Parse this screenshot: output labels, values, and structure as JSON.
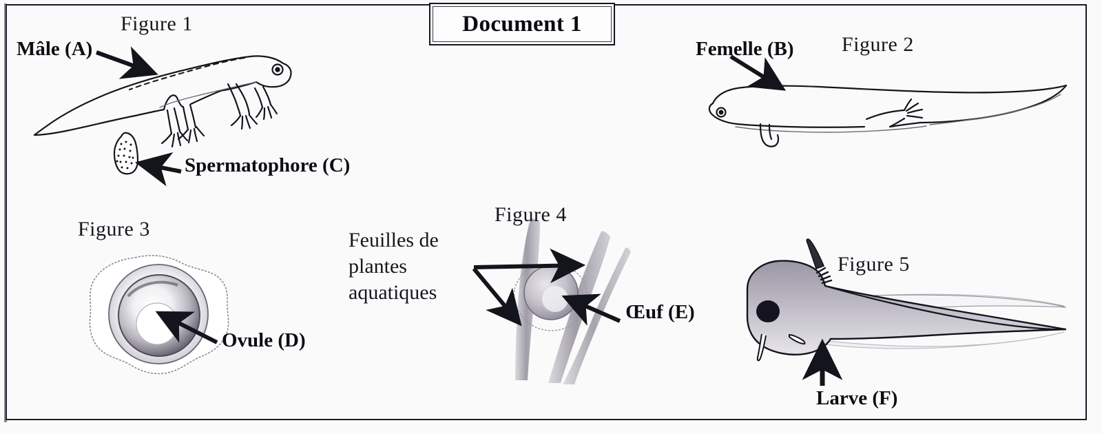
{
  "document": {
    "title": "Document 1",
    "background_color": "#fbfafa",
    "ink_color": "#14141c",
    "frame": true
  },
  "figures": [
    {
      "id": "figure-1",
      "caption": "Figure 1",
      "subject": "male newt depositing a spermatophore",
      "labels": [
        {
          "name": "male",
          "text": "Mâle (A)",
          "style": "bold",
          "arrow": "points down-right to the male newt body"
        },
        {
          "name": "spermatophore",
          "text": "Spermatophore (C)",
          "style": "bold",
          "arrow": "points left to the spermatophore mass"
        }
      ]
    },
    {
      "id": "figure-2",
      "caption": "Figure 2",
      "subject": "female newt",
      "labels": [
        {
          "name": "female",
          "text": "Femelle (B)",
          "style": "bold",
          "arrow": "points down-right to the female newt back"
        }
      ]
    },
    {
      "id": "figure-3",
      "caption": "Figure 3",
      "subject": "ovule inside its gelatinous envelope",
      "labels": [
        {
          "name": "ovule",
          "text": "Ovule (D)",
          "style": "bold",
          "arrow": "points up-left to the ovule centre"
        }
      ]
    },
    {
      "id": "figure-4",
      "caption": "Figure 4",
      "subject": "egg wrapped in aquatic plant leaves",
      "labels": [
        {
          "name": "aquatic-plant-leaves",
          "text": "Feuilles de\nplantes\naquatiques",
          "style": "plain",
          "arrow": "two arrows point right and down-right to the leaves"
        },
        {
          "name": "egg",
          "text": "Œuf (E)",
          "style": "bold",
          "arrow": "points up-left to the egg"
        }
      ]
    },
    {
      "id": "figure-5",
      "caption": "Figure 5",
      "subject": "newt larva with external gills and tail fin",
      "labels": [
        {
          "name": "larva",
          "text": "Larve (F)",
          "style": "bold",
          "arrow": "points up to the larva belly"
        }
      ]
    }
  ],
  "captions": {
    "fig1": "Figure 1",
    "fig2": "Figure 2",
    "fig3": "Figure 3",
    "fig4": "Figure 4",
    "fig5": "Figure 5"
  },
  "labels": {
    "male": "Mâle (A)",
    "spermatophore": "Spermatophore (C)",
    "female": "Femelle (B)",
    "ovule": "Ovule (D)",
    "leaves": "Feuilles de\nplantes\naquatiques",
    "egg": "Œuf (E)",
    "larva": "Larve (F)"
  }
}
